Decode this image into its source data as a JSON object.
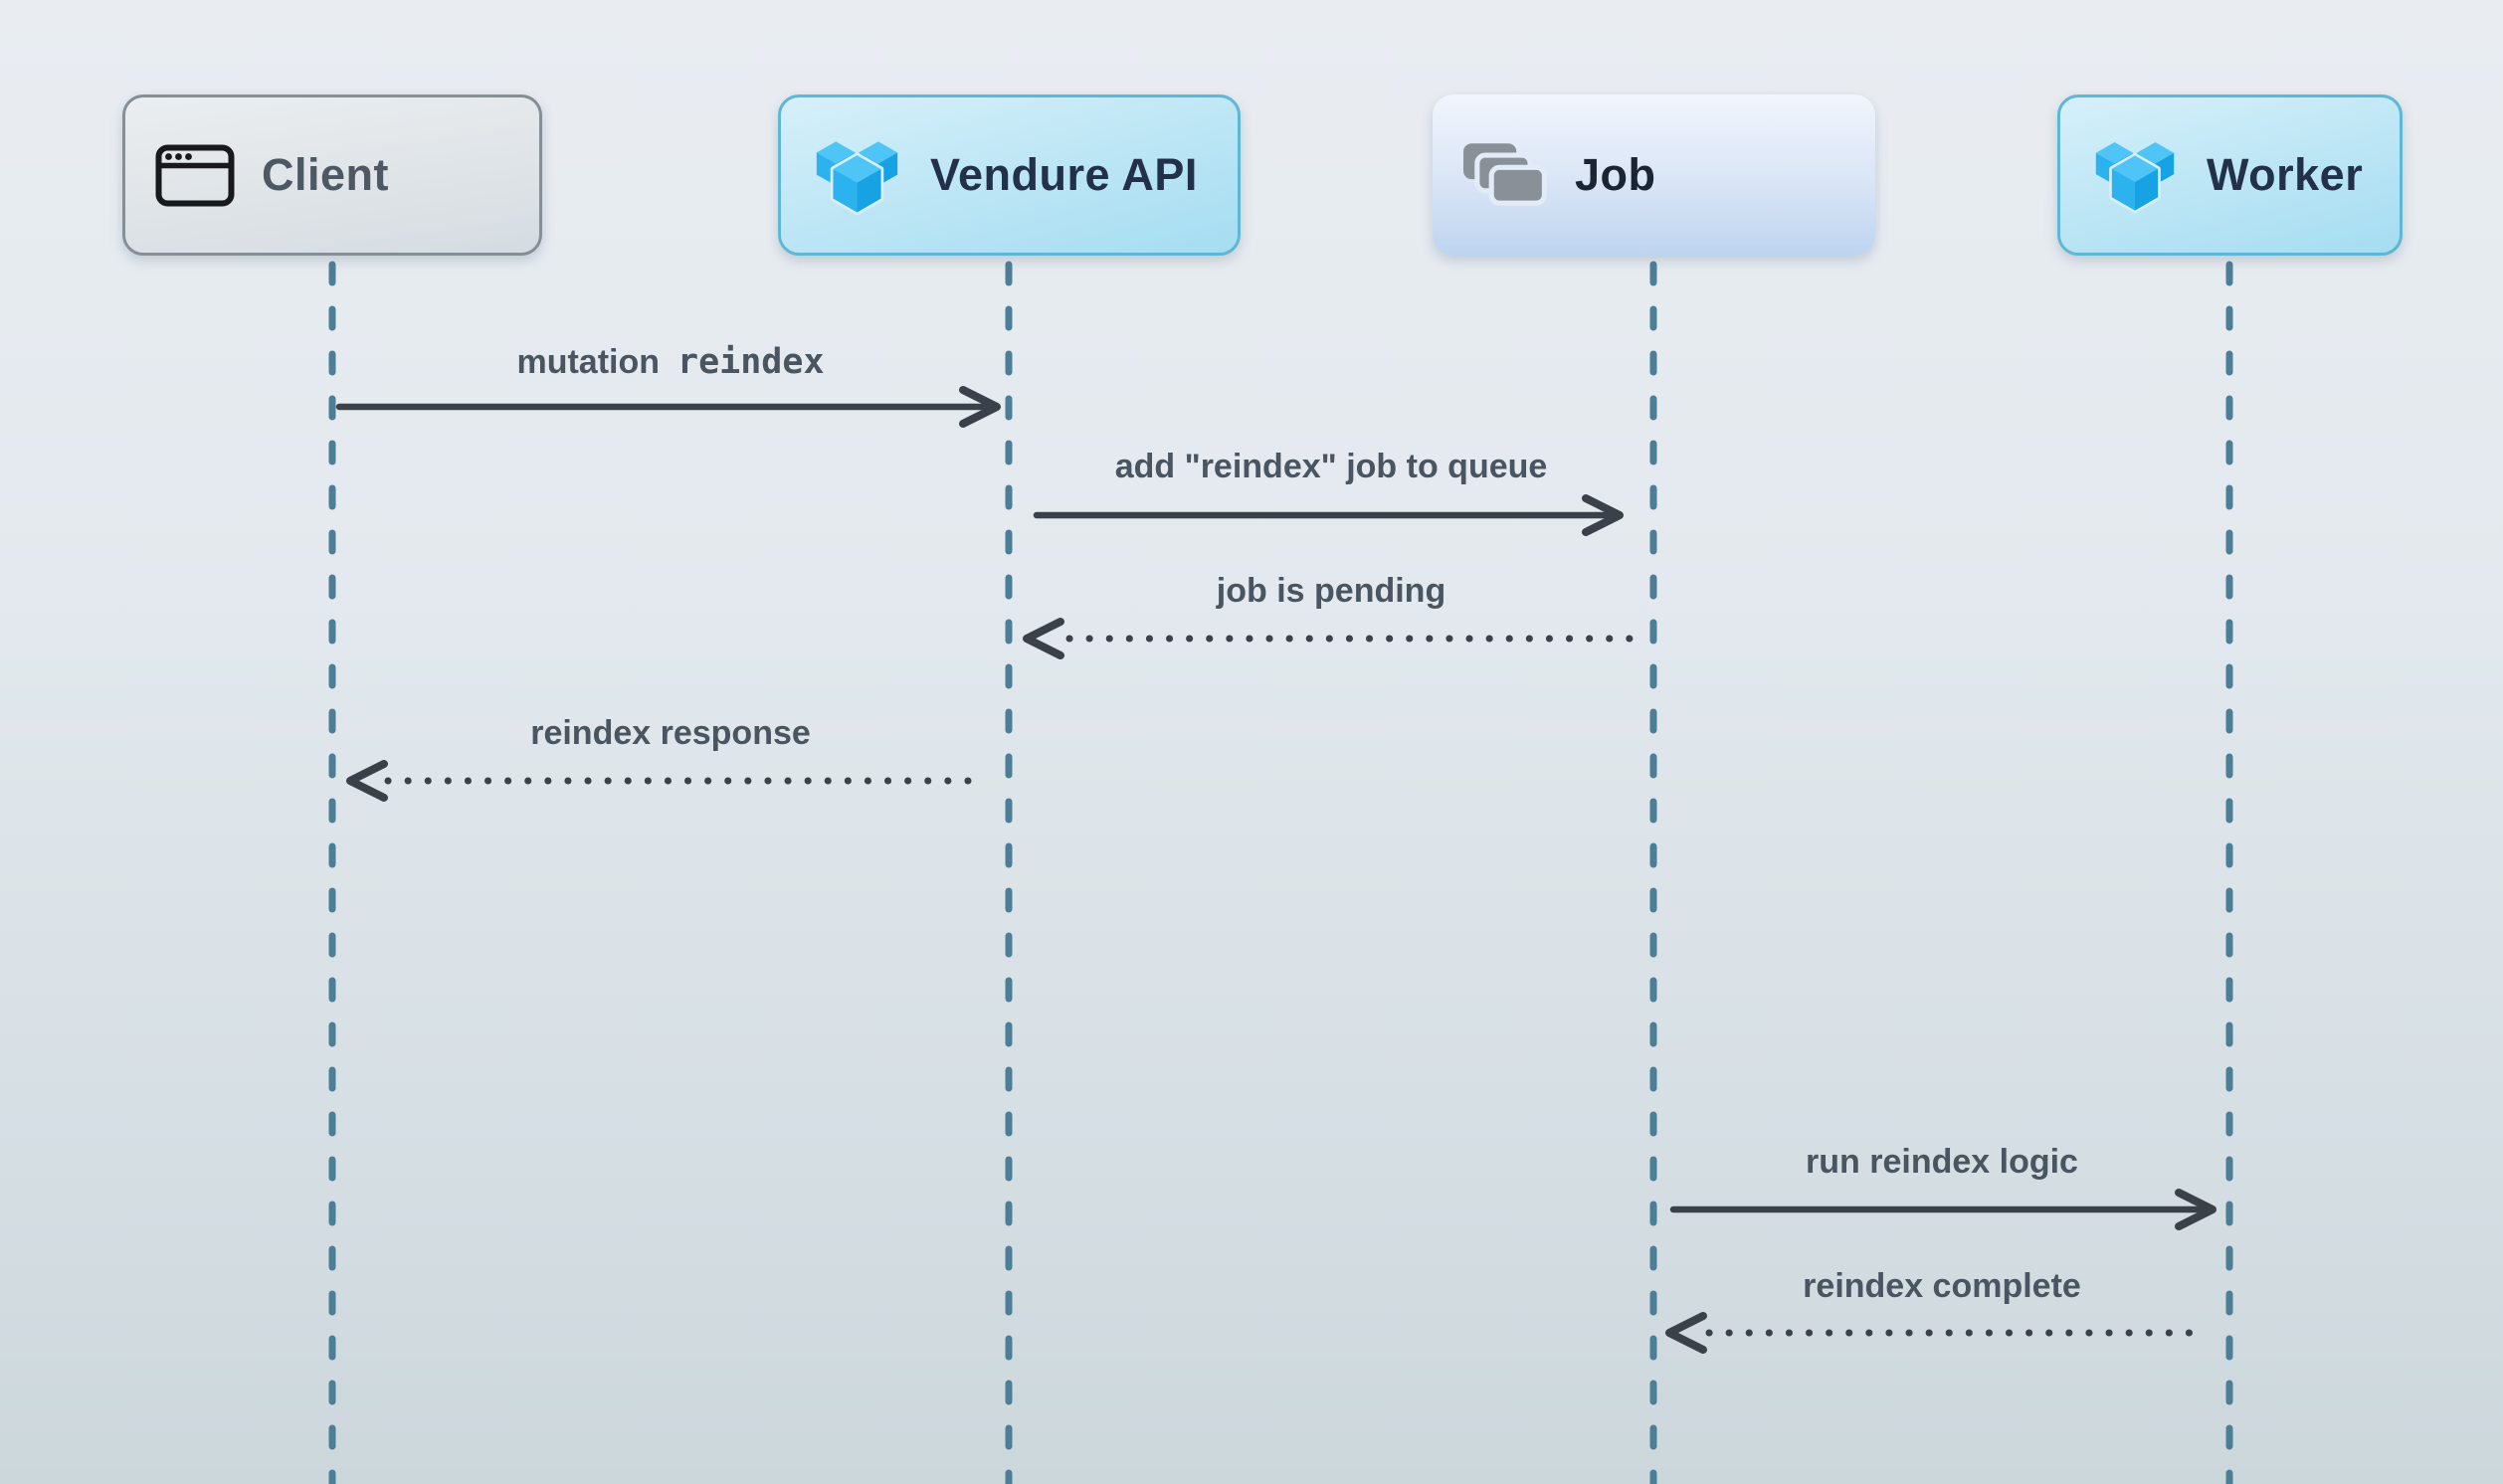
{
  "diagram": {
    "type": "sequence-diagram",
    "actors": [
      {
        "id": "client",
        "label": "Client",
        "icon": "browser-window-icon",
        "style": "gray"
      },
      {
        "id": "vendure-api",
        "label": "Vendure API",
        "icon": "vendure-cubes-icon",
        "style": "blue"
      },
      {
        "id": "job",
        "label": "Job",
        "icon": "stacked-cards-icon",
        "style": "periwinkle"
      },
      {
        "id": "worker",
        "label": "Worker",
        "icon": "vendure-cubes-icon",
        "style": "blue"
      }
    ],
    "messages": [
      {
        "from": "Client",
        "to": "Vendure API",
        "text": "mutation",
        "code": "reindex",
        "line": "solid",
        "direction": "right"
      },
      {
        "from": "Vendure API",
        "to": "Job",
        "text": "add \"reindex\" job to queue",
        "line": "solid",
        "direction": "right"
      },
      {
        "from": "Job",
        "to": "Vendure API",
        "text": "job is pending",
        "line": "dotted",
        "direction": "left"
      },
      {
        "from": "Vendure API",
        "to": "Client",
        "text": "reindex response",
        "line": "dotted",
        "direction": "left"
      },
      {
        "from": "Job",
        "to": "Worker",
        "text": "run reindex logic",
        "line": "solid",
        "direction": "right"
      },
      {
        "from": "Worker",
        "to": "Job",
        "text": "reindex complete",
        "line": "dotted",
        "direction": "left"
      }
    ],
    "colors": {
      "background_top": "#e9edf2",
      "background_bottom": "#ccd7dc",
      "lifeline": "#4d7e97",
      "arrow": "#3a4148",
      "message_text": "#4a5562",
      "actor_gray_border": "#868e96",
      "actor_gray_text": "#4d5863",
      "actor_blue_bg": "#b5e4f4",
      "actor_blue_border": "#60b7d5",
      "actor_blue_text": "#22304a",
      "job_box_bg": "#bdd4ef",
      "job_icon_gray": "#8a9097",
      "vendure_logo_top": "#4ec5f6",
      "vendure_logo_left": "#2cb3ef",
      "vendure_logo_right": "#17a3e3",
      "client_icon": "#17191d"
    }
  }
}
